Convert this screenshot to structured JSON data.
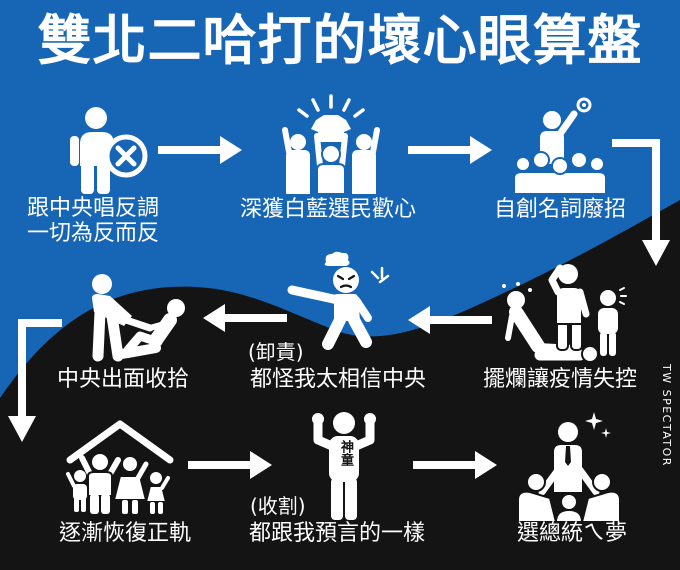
{
  "title": "雙北二哈打的壞心眼算盤",
  "watermark": "TW SPECTATOR",
  "colors": {
    "sky": "#1766b5",
    "ground": "#141414",
    "foreground": "#ffffff"
  },
  "steps": [
    {
      "label_lines": [
        "跟中央唱反調",
        "一切為反而反"
      ],
      "icon": "person-rejecting-icon"
    },
    {
      "label": "深獲白藍選民歡心",
      "icon": "cheering-crowd-icon"
    },
    {
      "label": "自創名詞廢招",
      "icon": "speaker-on-podium-icon"
    },
    {
      "label": "擺爛讓疫情失控",
      "icon": "sick-people-icon"
    },
    {
      "tag": "(卸責)",
      "label": "都怪我太相信中央",
      "icon": "pointing-blame-icon"
    },
    {
      "label": "中央出面收拾",
      "icon": "helping-up-icon"
    },
    {
      "label": "逐漸恢復正軌",
      "icon": "family-under-roof-icon"
    },
    {
      "tag": "(收割)",
      "label": "都跟我預言的一樣",
      "icon": "cheering-person-icon",
      "badge": "神童"
    },
    {
      "label": "選總統ㄟ夢",
      "icon": "leader-with-followers-icon"
    }
  ]
}
